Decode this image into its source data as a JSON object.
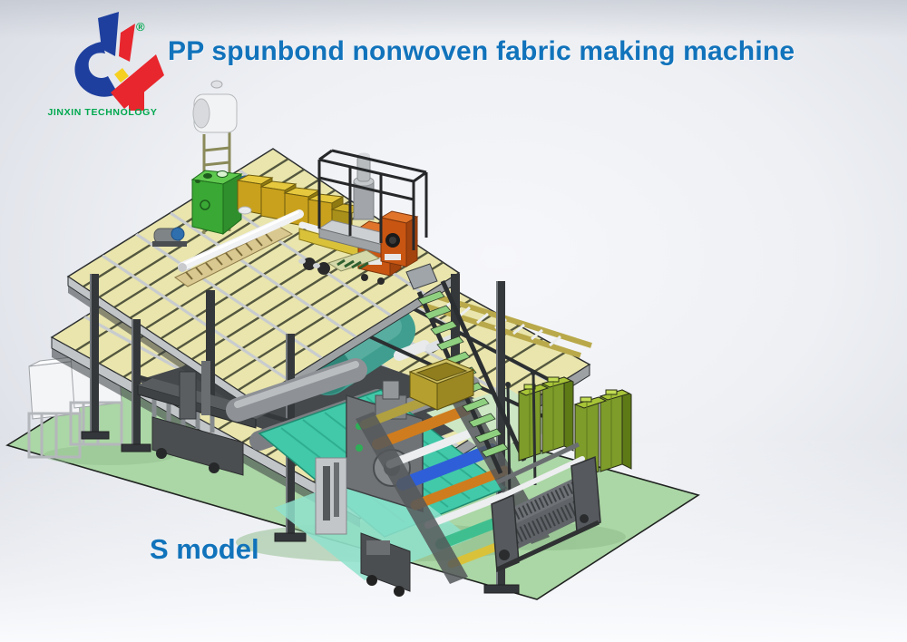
{
  "header": {
    "title": "PP spunbond nonwoven fabric making machine"
  },
  "footer": {
    "model_label": "S model"
  },
  "logo": {
    "company": "JINXIN TECHNOLOGY",
    "registered_mark": "®"
  },
  "palette": {
    "title-blue": "#1173bb",
    "logo-green": "#00a84f",
    "logo-blue": "#1e3f9e",
    "logo-red": "#e8262d",
    "logo-yellow": "#f5d021",
    "mat-green": "#abd6a5",
    "deck-yellow": "#e9e5ac",
    "steel-dark": "#3c3f42",
    "extruder-green": "#3aa834",
    "heater-yellow": "#c9a11c",
    "machine-orange": "#c85512",
    "quench-teal": "#3f9e8f",
    "belt-teal": "#41c9a9",
    "cabinet-olive": "#7d9c2a",
    "roller-blue": "#2e5fd8",
    "chiller-white": "#f4f5f7"
  }
}
